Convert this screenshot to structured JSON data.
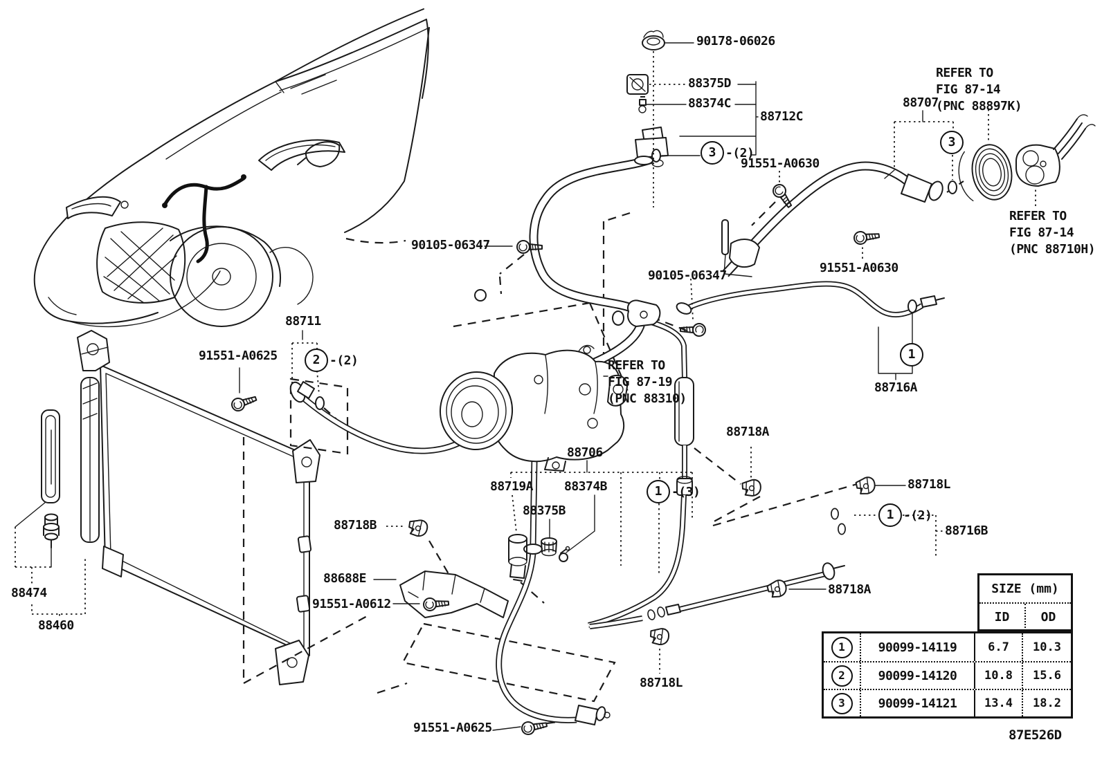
{
  "figure_code": "87E526D",
  "labels": {
    "p90178": "90178-06026",
    "p88375D": "88375D",
    "p88374C": "88374C",
    "p88712C": "88712C",
    "p91551A0630a": "91551-A0630",
    "p91551A0630b": "91551-A0630",
    "p88707": "88707",
    "p90105a": "90105-06347",
    "p90105b": "90105-06347",
    "p88711": "88711",
    "p91551A0625a": "91551-A0625",
    "p91551A0625b": "91551-A0625",
    "p88716A": "88716A",
    "p88716B": "88716B",
    "p88706": "88706",
    "p88719A": "88719A",
    "p88374B": "88374B",
    "p88375B": "88375B",
    "p88718A1": "88718A",
    "p88718A2": "88718A",
    "p88718B": "88718B",
    "p88718L1": "88718L",
    "p88718L2": "88718L",
    "p88688E": "88688E",
    "p91551A0612": "91551-A0612",
    "p88474": "88474",
    "p88460": "88460"
  },
  "notes": {
    "refer_88897K": [
      "REFER TO",
      "FIG 87-14",
      "(PNC 88897K)"
    ],
    "refer_88710H": [
      "REFER TO",
      "FIG 87-14",
      "(PNC 88710H)"
    ],
    "refer_88310": [
      "REFER TO",
      "FIG 87-19",
      "(PNC 88310)"
    ]
  },
  "callouts": {
    "c3a": {
      "num": "3",
      "qty": "-(2)"
    },
    "c3b": {
      "num": "3",
      "qty": ""
    },
    "c2": {
      "num": "2",
      "qty": "-(2)"
    },
    "c1a": {
      "num": "1",
      "qty": "-(3)"
    },
    "c1b": {
      "num": "1",
      "qty": ""
    },
    "c1c": {
      "num": "1",
      "qty": "-(2)"
    }
  },
  "table": {
    "title": "SIZE (mm)",
    "col_id": "ID",
    "col_od": "OD",
    "rows": [
      {
        "num": "1",
        "part": "90099-14119",
        "id_mm": "6.7",
        "od_mm": "10.3"
      },
      {
        "num": "2",
        "part": "90099-14120",
        "id_mm": "10.8",
        "od_mm": "15.6"
      },
      {
        "num": "3",
        "part": "90099-14121",
        "id_mm": "13.4",
        "od_mm": "18.2"
      }
    ]
  }
}
